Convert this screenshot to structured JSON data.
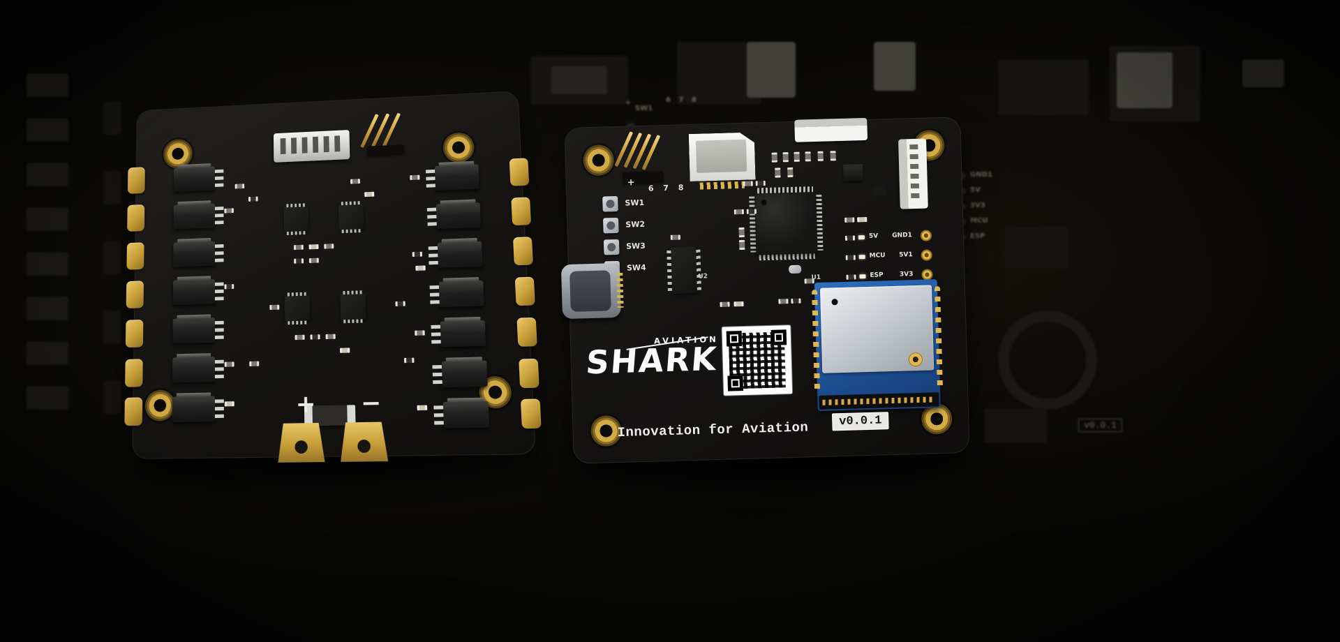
{
  "left_board": {
    "polarity": {
      "plus": "+",
      "minus": "−"
    }
  },
  "right_board": {
    "header": {
      "plus": "+",
      "pin_numbers": "6 7 8"
    },
    "switches": [
      "SW1",
      "SW2",
      "SW3",
      "SW4"
    ],
    "refs": {
      "u1": "U1",
      "u2": "U2"
    },
    "led_rows": [
      {
        "label": "5V"
      },
      {
        "label": "MCU"
      },
      {
        "label": "ESP"
      }
    ],
    "test_pads": [
      "GND1",
      "5V1",
      "3V3"
    ],
    "logo": {
      "sub": "AVIATION",
      "main": "SHARK"
    },
    "tagline": "Innovation for Aviation",
    "version": "v0.0.1"
  },
  "background": {
    "echo": {
      "plus": "+",
      "sw1": "SW1",
      "pin_numbers": "6 7 8"
    },
    "labels": [
      "GND1",
      "5V",
      "3V3",
      "MCU",
      "ESP"
    ],
    "version": "v0.0.1"
  }
}
